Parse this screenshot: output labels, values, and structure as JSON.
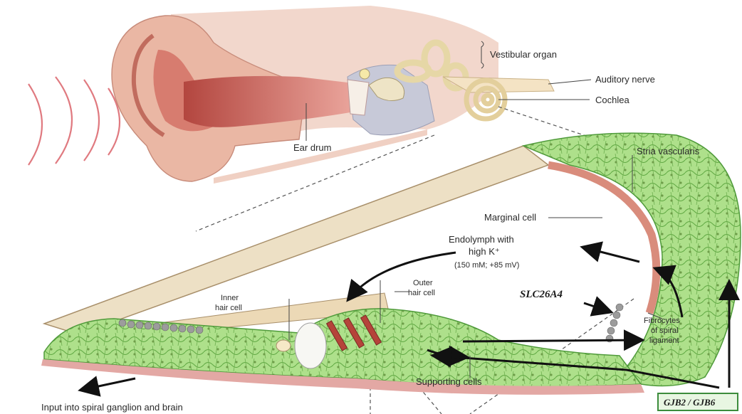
{
  "labels": {
    "vestibular_organ": "Vestibular organ",
    "auditory_nerve": "Auditory nerve",
    "cochlea": "Cochlea",
    "ear_drum": "Ear drum",
    "stria_vascularis": "Stria vascularis",
    "marginal_cell": "Marginal cell",
    "endolymph_line1": "Endolymph with",
    "endolymph_line2": "high K⁺",
    "endolymph_line3": "(150 mM; +85 mV)",
    "outer_hair_cell_line1": "Outer",
    "outer_hair_cell_line2": "hair cell",
    "inner_hair_cell_line1": "Inner",
    "inner_hair_cell_line2": "hair cell",
    "slc26a4": "SLC26A4",
    "fibrocytes_line1": "Fibrocytes",
    "fibrocytes_line2": "of spiral",
    "fibrocytes_line3": "ligament",
    "supporting_cells": "Supporting cells",
    "input": "Input into spiral ganglion and brain",
    "gjb": "GJB2 / GJB6"
  },
  "colors": {
    "skin": "#f2cfc0",
    "canal": "#c9645a",
    "tissue_green": "#a9dd86",
    "tissue_outline": "#4f9a3a",
    "membrane": "#e8d6b8",
    "stria_red": "#d98c7c",
    "hair_cell": "#b5443a",
    "sound_wave": "#e07a80",
    "gjb_border": "#3c8c3c"
  }
}
